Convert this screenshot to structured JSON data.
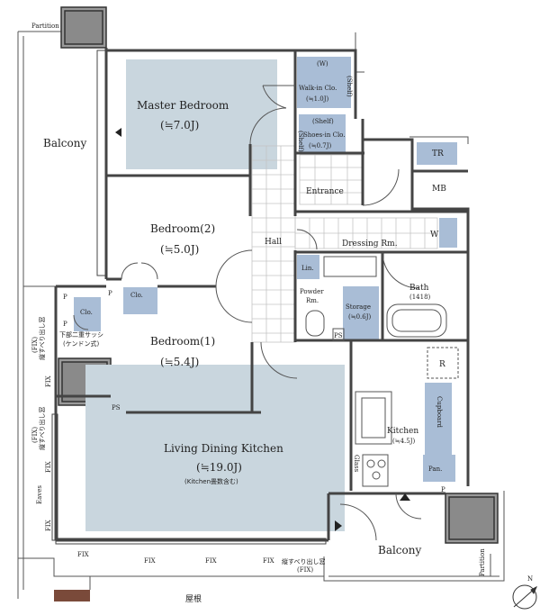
{
  "colors": {
    "wall": "#444444",
    "room_fill": "#c9d6de",
    "storage_fill": "#a9bdd6",
    "tile_line": "#bfbfbf",
    "outline": "#555555"
  },
  "rooms": {
    "master_bedroom": {
      "name": "Master Bedroom",
      "size": "(≒7.0J)"
    },
    "walk_in_closet": {
      "name": "Walk-in Clo.",
      "size": "(≒1.0J)",
      "w": "(W)",
      "shelf": "(Shelf)"
    },
    "shoes_in_closet": {
      "name": "Shoes-in Clo.",
      "size": "(≒0.7J)",
      "shelf_top": "(Shelf)",
      "shelf_side": "(Shelf)"
    },
    "entrance": {
      "name": "Entrance"
    },
    "tr": {
      "name": "TR"
    },
    "mb": {
      "name": "MB"
    },
    "bedroom2": {
      "name": "Bedroom(2)",
      "size": "(≒5.0J)"
    },
    "hall": {
      "name": "Hall"
    },
    "dressing": {
      "name": "Dressing Rm.",
      "w": "W"
    },
    "linen": {
      "name": "Lin."
    },
    "bath": {
      "name": "Bath",
      "size": "(1418)"
    },
    "powder": {
      "name_1": "Powder",
      "name_2": "Rm."
    },
    "storage": {
      "name": "Storage",
      "size": "(≒0.6J)"
    },
    "ps_mid": {
      "name": "PS"
    },
    "bedroom1": {
      "name": "Bedroom(1)",
      "size": "(≒5.4J)"
    },
    "clo_upper": {
      "name": "Clo."
    },
    "clo_lower": {
      "name": "Clo."
    },
    "p_left": {
      "name": "P"
    },
    "p_mid": {
      "name": "P"
    },
    "p_lower": {
      "name": "P"
    },
    "ps_low": {
      "name": "PS"
    },
    "ldk": {
      "name": "Living Dining Kitchen",
      "size": "(≒19.0J)",
      "note": "(Kitchen畳数含む)"
    },
    "kitchen": {
      "name": "Kitchen",
      "size": "(≒4.5J)"
    },
    "r": {
      "name": "R"
    },
    "cupboard": {
      "name": "Cupboard"
    },
    "pan": {
      "name": "Pan."
    },
    "p_kitchen": {
      "name": "P"
    },
    "glass": {
      "name": "Glass"
    }
  },
  "outside": {
    "balcony_left": "Balcony",
    "balcony_right": "Balcony",
    "partition_top": "Partition",
    "partition_right": "Partition",
    "eaves": "Eaves",
    "roof": "屋根",
    "north": "N"
  },
  "windows": {
    "fix_vertical_1": "FIX",
    "fix_vertical_2": "FIX",
    "fix_vertical_3": "FIX",
    "slide_1_a": "縦すべり出し窓",
    "slide_1_b": "(FIX)",
    "slide_2_a": "縦すべり出し窓",
    "slide_2_b": "(FIX)",
    "double_sash_a": "下部二重サッシ",
    "double_sash_b": "(ケンドン式)",
    "fix_bottom_1": "FIX",
    "fix_bottom_2": "FIX",
    "fix_bottom_3": "FIX",
    "fix_bottom_4": "FIX",
    "slide_bottom_a": "縦すべり出し窓",
    "slide_bottom_b": "(FIX)"
  }
}
